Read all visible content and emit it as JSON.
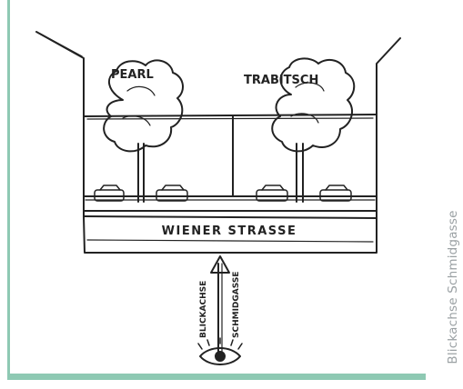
{
  "labels": {
    "tree_left": "PEARL",
    "tree_right": "TRABITSCH",
    "street": "WIENER STRASSE",
    "arrow_left": "BLICKACHSE",
    "arrow_right": "SCHMIDGASSE"
  },
  "side_caption": "Blickachse Schmidgasse",
  "colors": {
    "frame_accent": "#8ec9b3",
    "caption_gray": "#9aa0a3",
    "ink": "#222222"
  },
  "icons": [
    "eye-icon",
    "arrow-up-icon",
    "tree-icon",
    "car-icon"
  ]
}
